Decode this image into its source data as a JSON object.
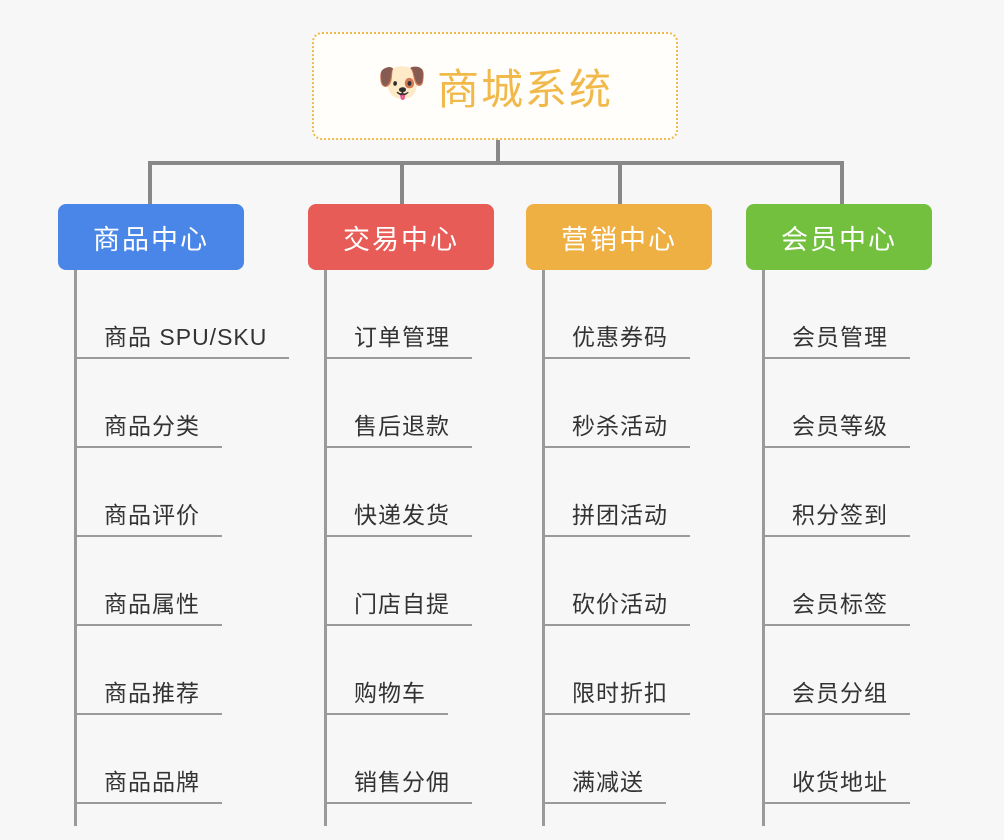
{
  "diagram": {
    "background_color": "#f7f7f7",
    "root": {
      "icon": "dog-face-icon",
      "icon_glyph": "🐶",
      "title": "商城系统",
      "accent_color": "#f0b94a",
      "border_style": "dotted"
    },
    "connector_color": "#888888",
    "categories": [
      {
        "id": "product-center",
        "label": "商品中心",
        "color": "#4a86e8",
        "items": [
          "商品 SPU/SKU",
          "商品分类",
          "商品评价",
          "商品属性",
          "商品推荐",
          "商品品牌"
        ]
      },
      {
        "id": "trade-center",
        "label": "交易中心",
        "color": "#e85c58",
        "items": [
          "订单管理",
          "售后退款",
          "快递发货",
          "门店自提",
          "购物车",
          "销售分佣"
        ]
      },
      {
        "id": "marketing-center",
        "label": "营销中心",
        "color": "#eeaf43",
        "items": [
          "优惠券码",
          "秒杀活动",
          "拼团活动",
          "砍价活动",
          "限时折扣",
          "满减送"
        ]
      },
      {
        "id": "member-center",
        "label": "会员中心",
        "color": "#73c03f",
        "items": [
          "会员管理",
          "会员等级",
          "积分签到",
          "会员标签",
          "会员分组",
          "收货地址"
        ]
      }
    ]
  }
}
